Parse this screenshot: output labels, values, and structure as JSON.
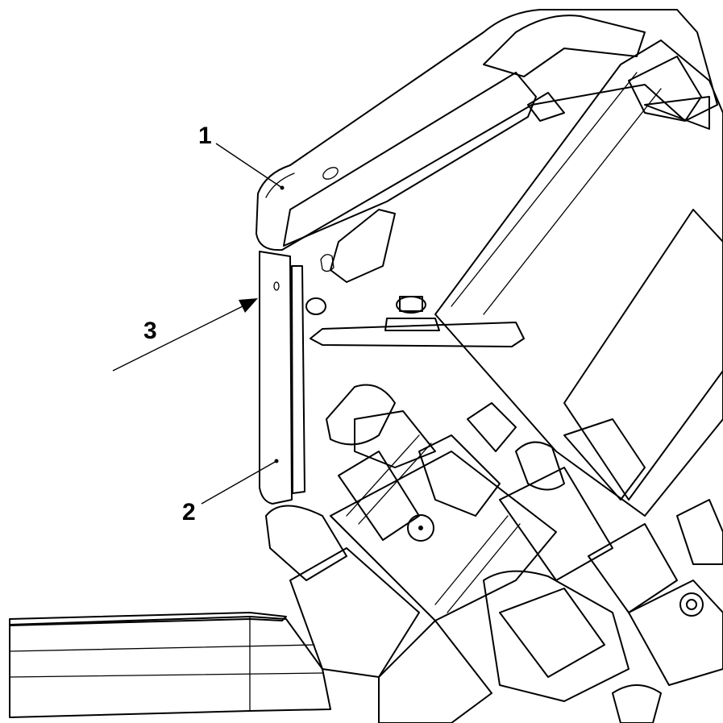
{
  "figure": {
    "callouts": [
      {
        "id": "c1",
        "label": "1"
      },
      {
        "id": "c2",
        "label": "2"
      },
      {
        "id": "c3",
        "label": "3"
      }
    ],
    "colors": {
      "line": "#000000",
      "background": "#ffffff",
      "accent_red": "#d04040"
    }
  }
}
